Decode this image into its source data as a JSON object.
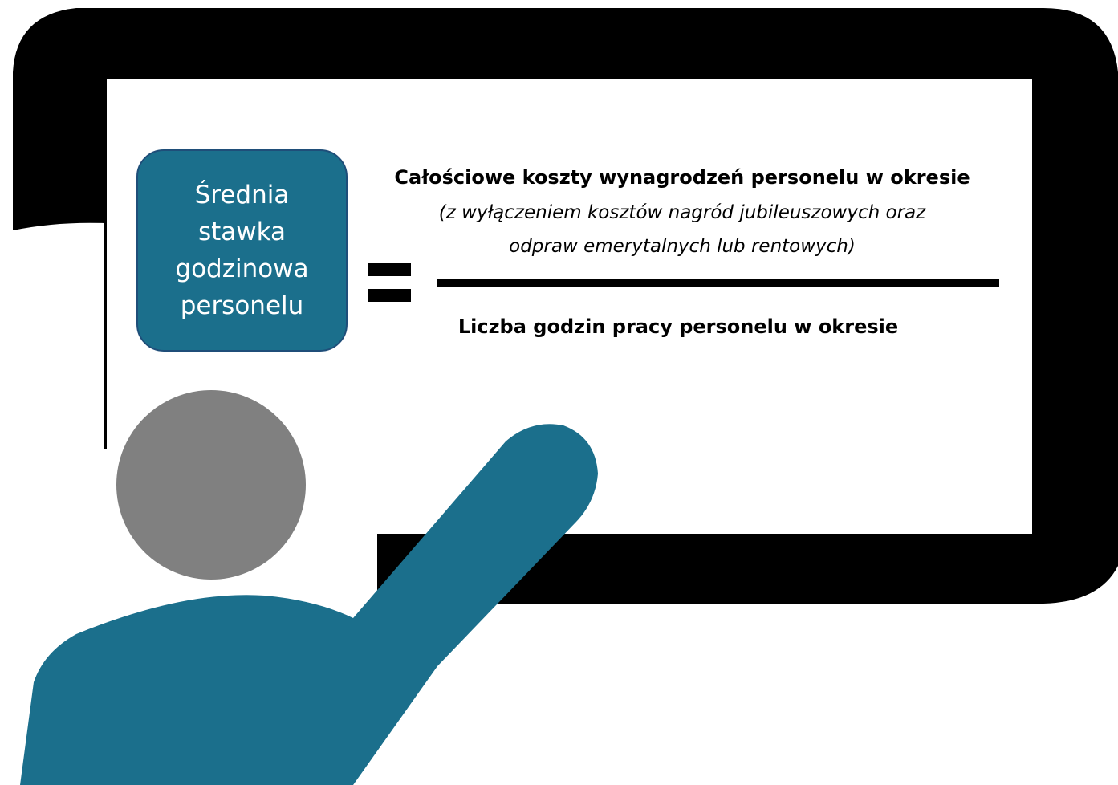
{
  "colors": {
    "board_frame": "#000000",
    "board_surface": "#ffffff",
    "accent_teal": "#1b6f8c",
    "box_border": "#1f4e79",
    "head_gray": "#808080",
    "text_dark": "#000000",
    "text_light": "#ffffff"
  },
  "icons": {
    "person": "presenter-pointing-icon",
    "board": "whiteboard-icon",
    "equals": "equals-sign-icon"
  },
  "term": {
    "line1": "Średnia",
    "line2": "stawka",
    "line3": "godzinowa",
    "line4": "personelu"
  },
  "formula": {
    "numerator_main": "Całościowe koszty wynagrodzeń personelu w okresie",
    "numerator_note_line1": "(z wyłączeniem kosztów nagród jubileuszowych oraz",
    "numerator_note_line2": "odpraw emerytalnych lub rentowych)",
    "denominator": "Liczba godzin pracy personelu w okresie"
  }
}
